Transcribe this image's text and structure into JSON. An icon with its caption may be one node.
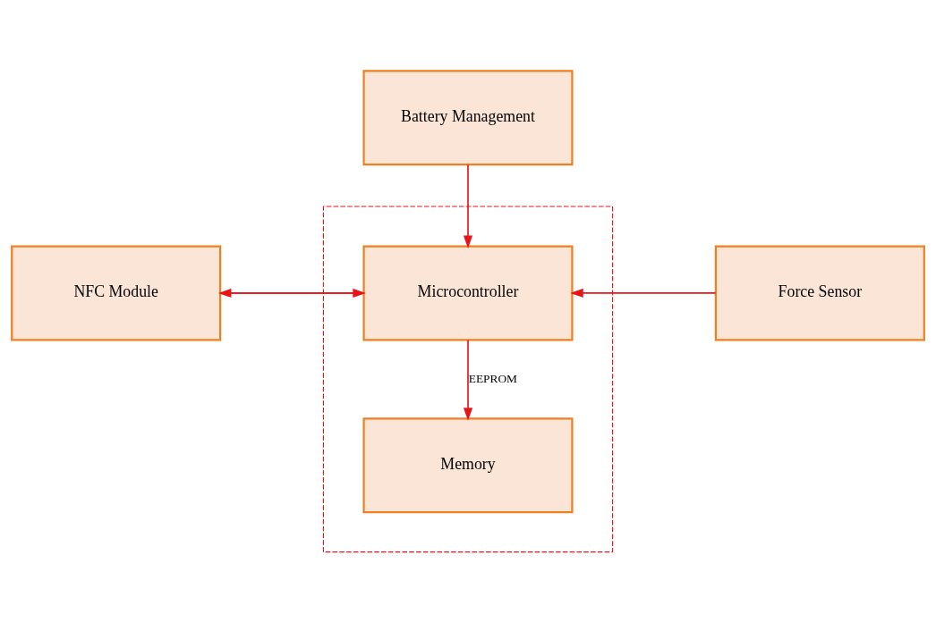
{
  "diagram": {
    "nodes": [
      {
        "text": [
          "Battery Management"
        ]
      },
      {
        "text": [],
        "shape": "box"
      },
      {
        "text": [
          "NFC Module"
        ]
      },
      {
        "text": [
          "Microcontroller"
        ],
        "in": 1
      },
      {
        "text": [
          "Force Sensor"
        ]
      },
      {
        "text": [
          "Memory"
        ],
        "in": 1
      }
    ],
    "edges": [
      {
        "from": 0,
        "to": 3,
        "arrow": "to"
      },
      {
        "from": 3,
        "to": 2,
        "arrow": "to"
      },
      {
        "from": 2,
        "to": 3,
        "arrow": "to"
      },
      {
        "from": 4,
        "to": 3,
        "arrow": "to"
      },
      {
        "from": 3,
        "to": 5,
        "arrow": "to",
        "label": "EEPROM"
      }
    ]
  }
}
